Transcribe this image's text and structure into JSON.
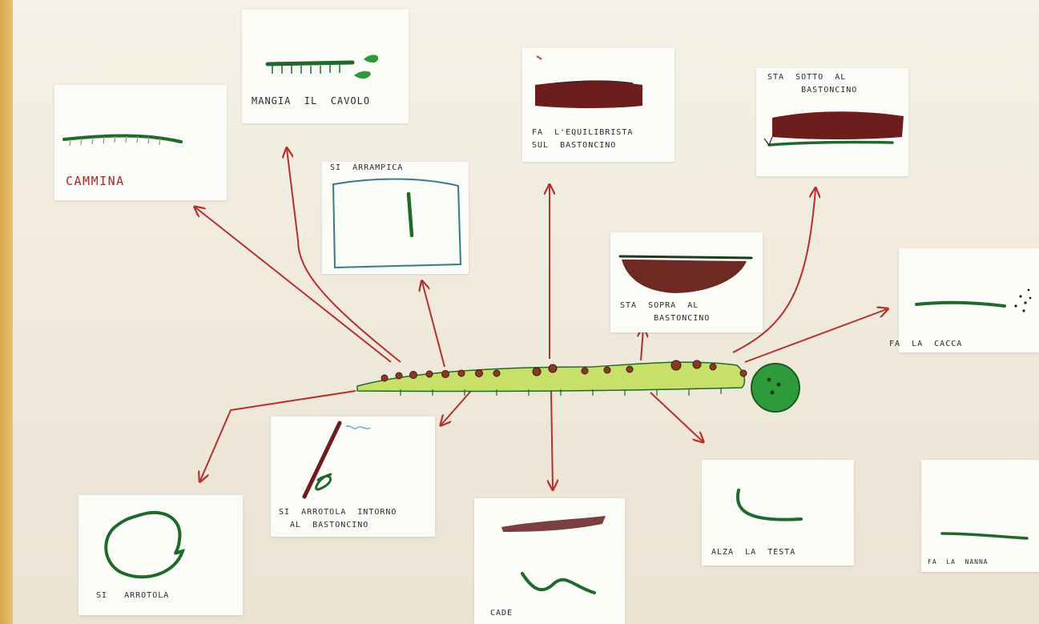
{
  "poster": {
    "cards": {
      "cammina": "CAMMINA",
      "mangia": "MANGIA  IL  CAVOLO",
      "arrampica": "SI  ARRAMPICA",
      "equilibrista": "FA  L'EQUILIBRISTA\nSUL  BASTONCINO",
      "sotto": "STA  SOTTO  AL\n      BASTONCINO",
      "sopra": "STA  SOPRA  AL\n      BASTONCINO",
      "cacca": "FA  LA  CACCA",
      "arrotola_intorno": "SI  ARROTOLA  INTORNO\n  AL  BASTONCINO",
      "arrotola": "SI   ARROTOLA",
      "cade": "CADE",
      "testa": "ALZA  LA  TESTA",
      "nanna": "FA  LA  NANNA"
    },
    "colors": {
      "arrow": "#b3302c",
      "caterpillar_body": "#c8e06a",
      "caterpillar_head": "#2f9a3a",
      "caterpillar_line": "#1f6a2a",
      "stick": "#6e1d1d",
      "label_red": "#a32a2a",
      "label_dark": "#2a2a34"
    }
  }
}
